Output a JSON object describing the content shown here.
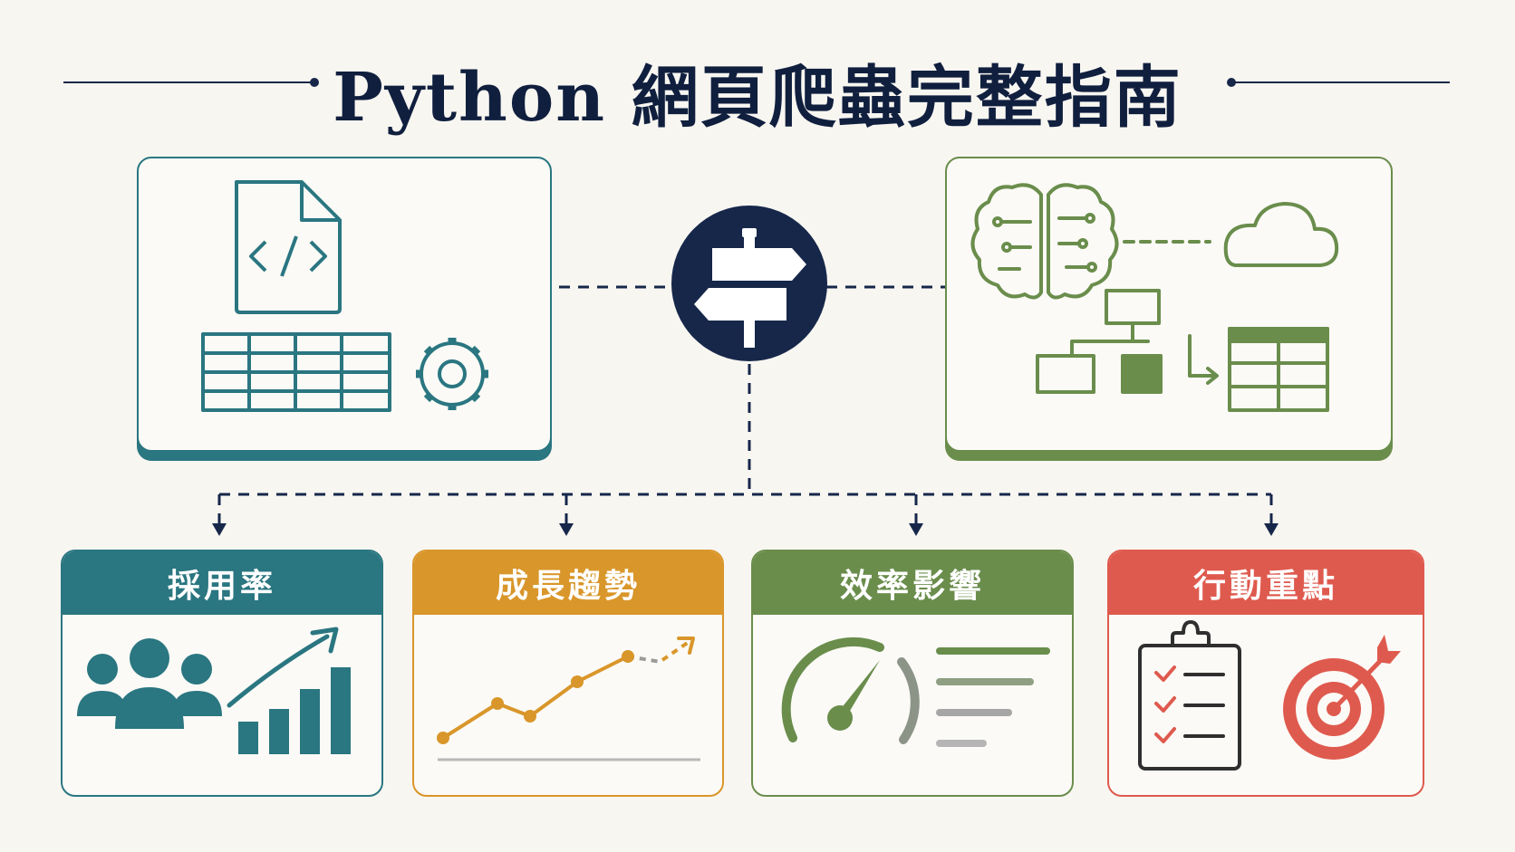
{
  "title": "Python 網頁爬蟲完整指南",
  "colors": {
    "navy": "#16274a",
    "teal": "#2a7681",
    "amber": "#d9962a",
    "olive": "#6a8d4c",
    "coral": "#df5a4e",
    "background": "#f8f6f1"
  },
  "hub": {
    "icon": "signpost-icon"
  },
  "left_panel": {
    "icons": [
      "code-file-icon",
      "table-grid-icon",
      "gear-icon"
    ]
  },
  "right_panel": {
    "icons": [
      "brain-circuit-icon",
      "cloud-icon",
      "flowchart-icon",
      "table-icon"
    ]
  },
  "cards": [
    {
      "label": "採用率",
      "icons": [
        "users-group-icon",
        "growth-bar-chart-icon"
      ]
    },
    {
      "label": "成長趨勢",
      "icons": [
        "trend-line-chart-icon"
      ]
    },
    {
      "label": "效率影響",
      "icons": [
        "speedometer-icon",
        "text-lines-icon"
      ]
    },
    {
      "label": "行動重點",
      "icons": [
        "checklist-clipboard-icon",
        "target-icon"
      ]
    }
  ]
}
